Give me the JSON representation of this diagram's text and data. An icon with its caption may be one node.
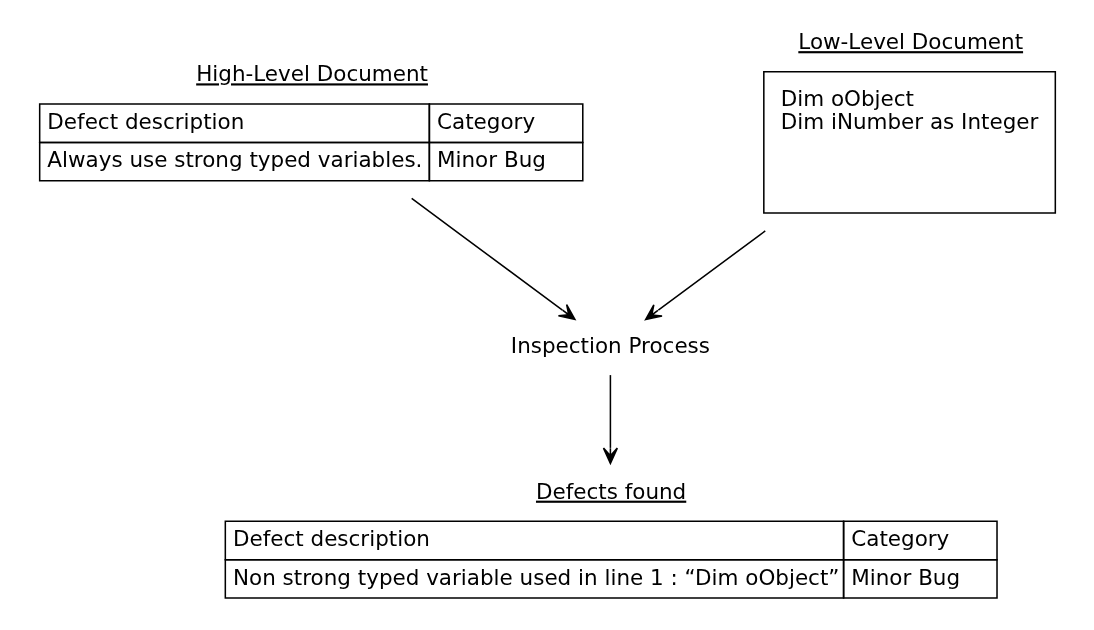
{
  "diagram": {
    "nodes": [
      {
        "text": [
          "High-Level Document",
          "Defect description",
          "Category",
          "Always use strong typed variables.",
          "Minor Bug"
        ]
      },
      {
        "text": [
          "Low-Level Document",
          "Dim oObject",
          "Dim iNumber as Integer"
        ]
      },
      {
        "text": [
          "Inspection Process"
        ]
      },
      {
        "text": [
          "Defects found",
          "Defect description",
          "Category",
          "Non strong typed variable used in line 1 : “Dim oObject”",
          "Minor Bug"
        ]
      }
    ],
    "edges": [
      {
        "from": 0,
        "to": 2,
        "arrow": "to"
      },
      {
        "from": 1,
        "to": 2,
        "arrow": "to"
      },
      {
        "from": 2,
        "to": 3,
        "arrow": "to"
      }
    ]
  }
}
